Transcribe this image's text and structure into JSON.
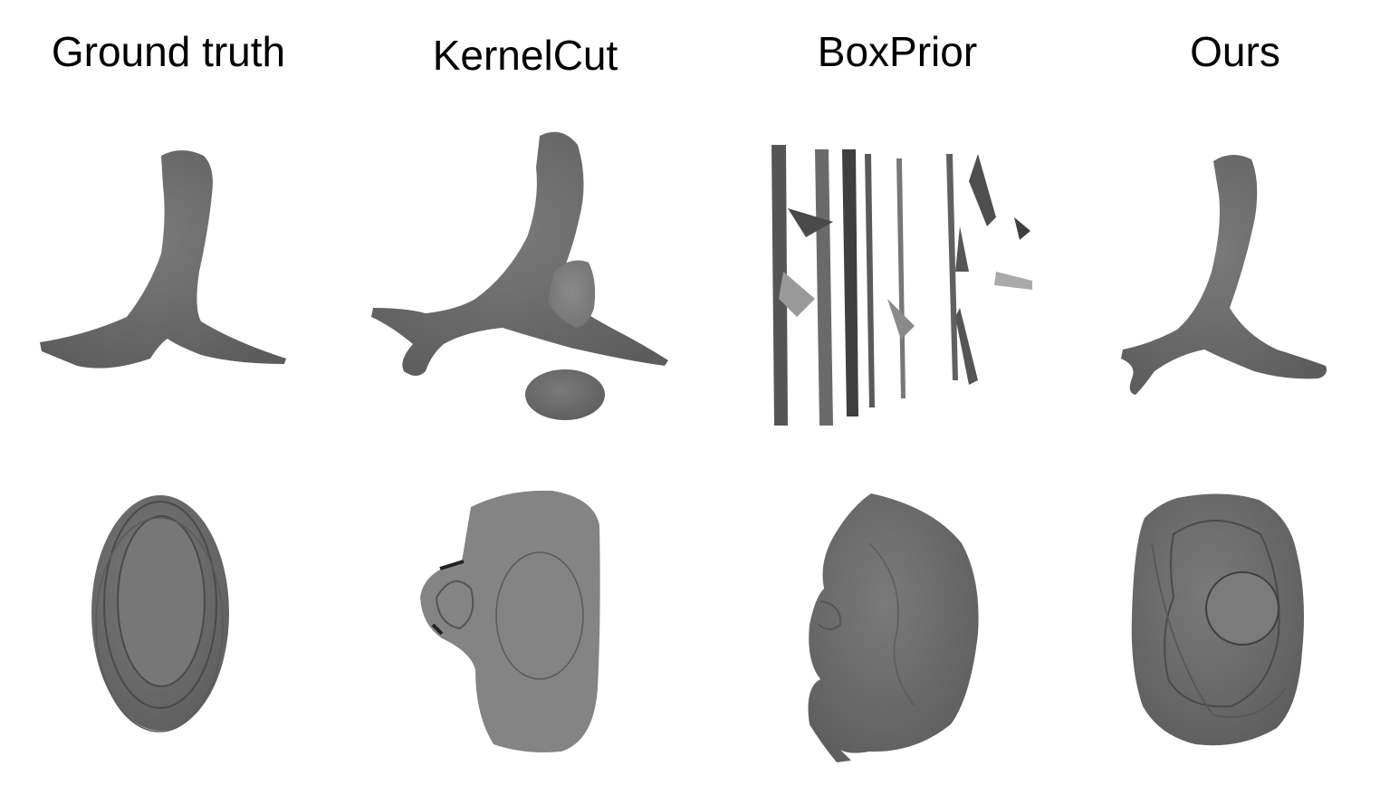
{
  "columns": [
    {
      "key": "ground_truth",
      "title": "Ground truth"
    },
    {
      "key": "kernelcut",
      "title": "KernelCut"
    },
    {
      "key": "boxprior",
      "title": "BoxPrior"
    },
    {
      "key": "ours",
      "title": "Ours"
    }
  ],
  "rows": [
    {
      "key": "branching-vessel"
    },
    {
      "key": "oval-organ"
    }
  ],
  "colors": {
    "shape_fill": "#727272",
    "shape_shade": "#5a5a5a",
    "contour_line": "#4a4a4a",
    "background": "#ffffff"
  }
}
